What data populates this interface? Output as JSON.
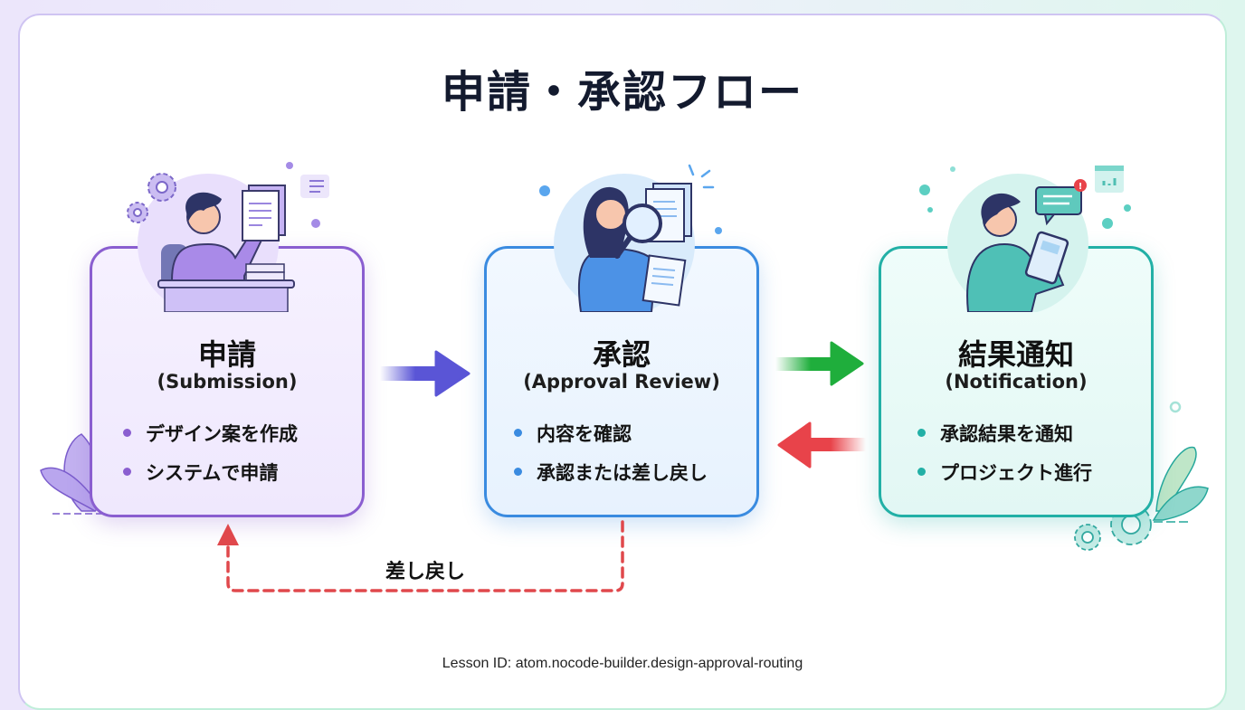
{
  "title": "申請・承認フロー",
  "steps": [
    {
      "heading": "申請",
      "subheading": "(Submission)",
      "bullets": [
        "デザイン案を作成",
        "システムで申請"
      ],
      "color": "#8a5ed0",
      "illustration": "person-at-desk-holding-document"
    },
    {
      "heading": "承認",
      "subheading": "(Approval Review)",
      "bullets": [
        "内容を確認",
        "承認または差し戻し"
      ],
      "color": "#3a8be0",
      "illustration": "person-with-magnifier-reviewing-document"
    },
    {
      "heading": "結果通知",
      "subheading": "(Notification)",
      "bullets": [
        "承認結果を通知",
        "プロジェクト進行"
      ],
      "color": "#22b0a6",
      "illustration": "person-with-tablet-and-notification"
    }
  ],
  "arrows": {
    "submit_to_review": {
      "color": "#5a55d6",
      "direction": "right"
    },
    "review_to_notify": {
      "color": "#1fae3c",
      "direction": "right"
    },
    "notify_to_review": {
      "color": "#e8434a",
      "direction": "left"
    },
    "send_back": {
      "label": "差し戻し",
      "color": "#e0484c",
      "style": "dashed"
    }
  },
  "footer": {
    "lesson_id": "Lesson ID: atom.nocode-builder.design-approval-routing"
  }
}
